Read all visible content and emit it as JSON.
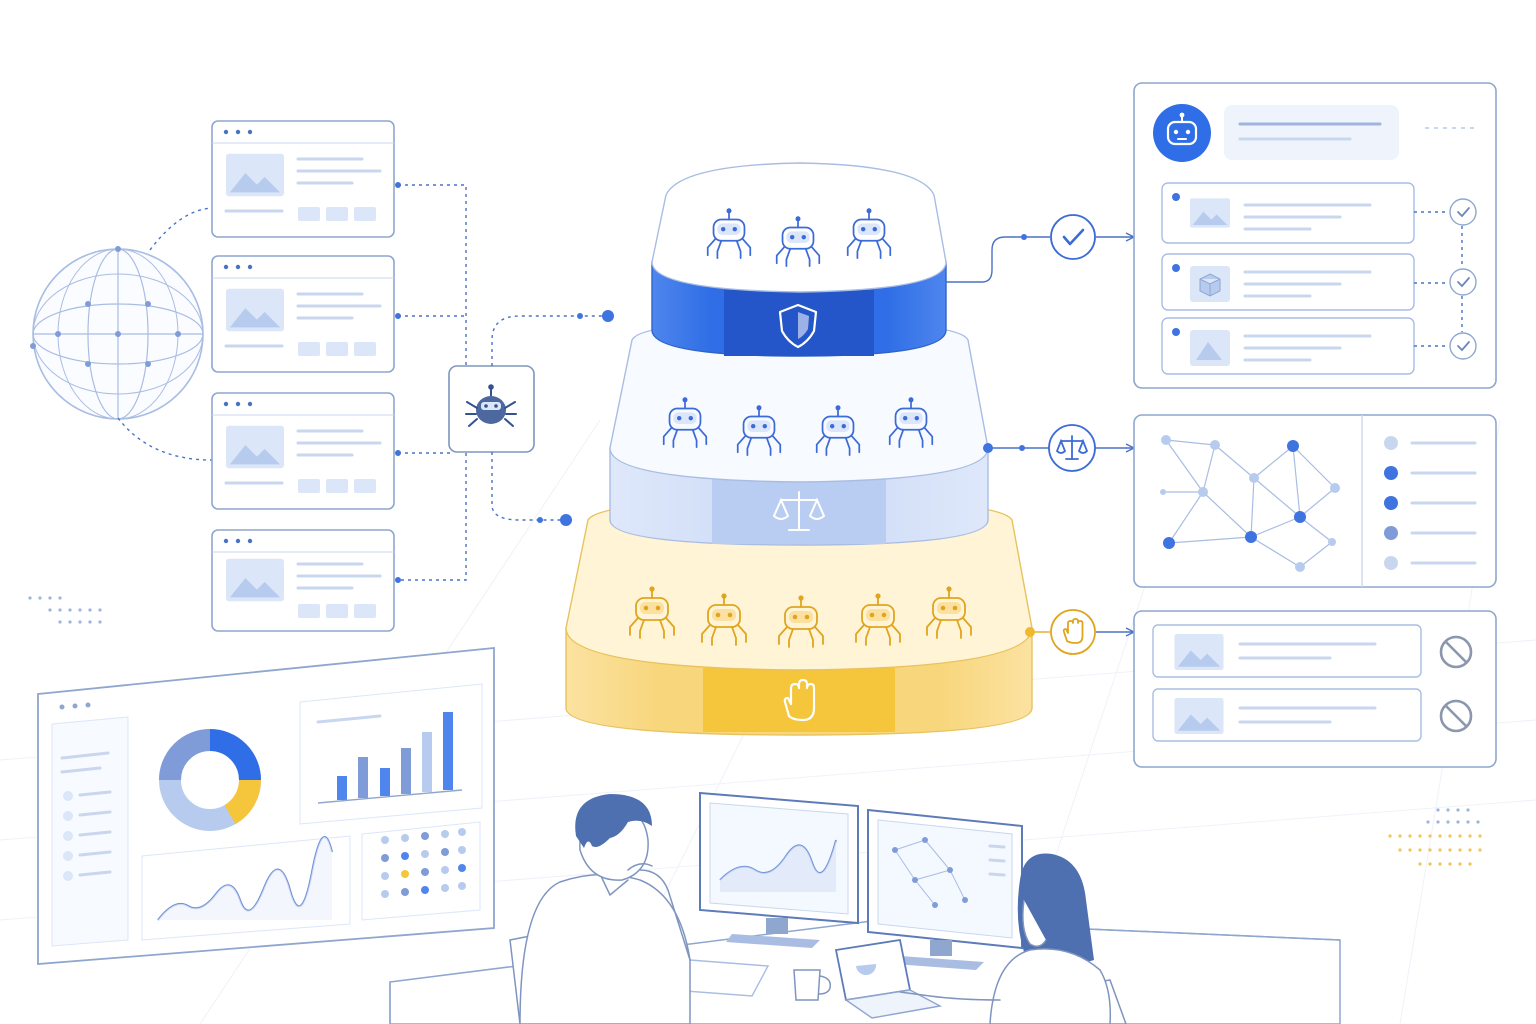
{
  "colors": {
    "top_tier": "#2f6ee6",
    "mid_tier": "#b9cdf3",
    "bottom_tier": "#f5c53b",
    "approve": "#3b6bd6",
    "review": "#3b6bd6",
    "block": "#e0a51f",
    "reject_mark": "#8b97ad"
  },
  "tiers": [
    {
      "name": "top",
      "icon": "shield-icon",
      "robot_count": 3
    },
    {
      "name": "middle",
      "icon": "scales-icon",
      "robot_count": 4
    },
    {
      "name": "bottom",
      "icon": "hand-stop-icon",
      "robot_count": 5
    }
  ],
  "icons": {
    "globe": "globe-icon",
    "crawler": "bug-robot-icon",
    "approve": "checkmark-icon",
    "review": "scales-icon",
    "block": "hand-stop-icon",
    "reject": "prohibited-icon",
    "avatar": "robot-avatar-icon"
  },
  "source_cards": 4,
  "approved_items": 3,
  "rejected_items": 2
}
